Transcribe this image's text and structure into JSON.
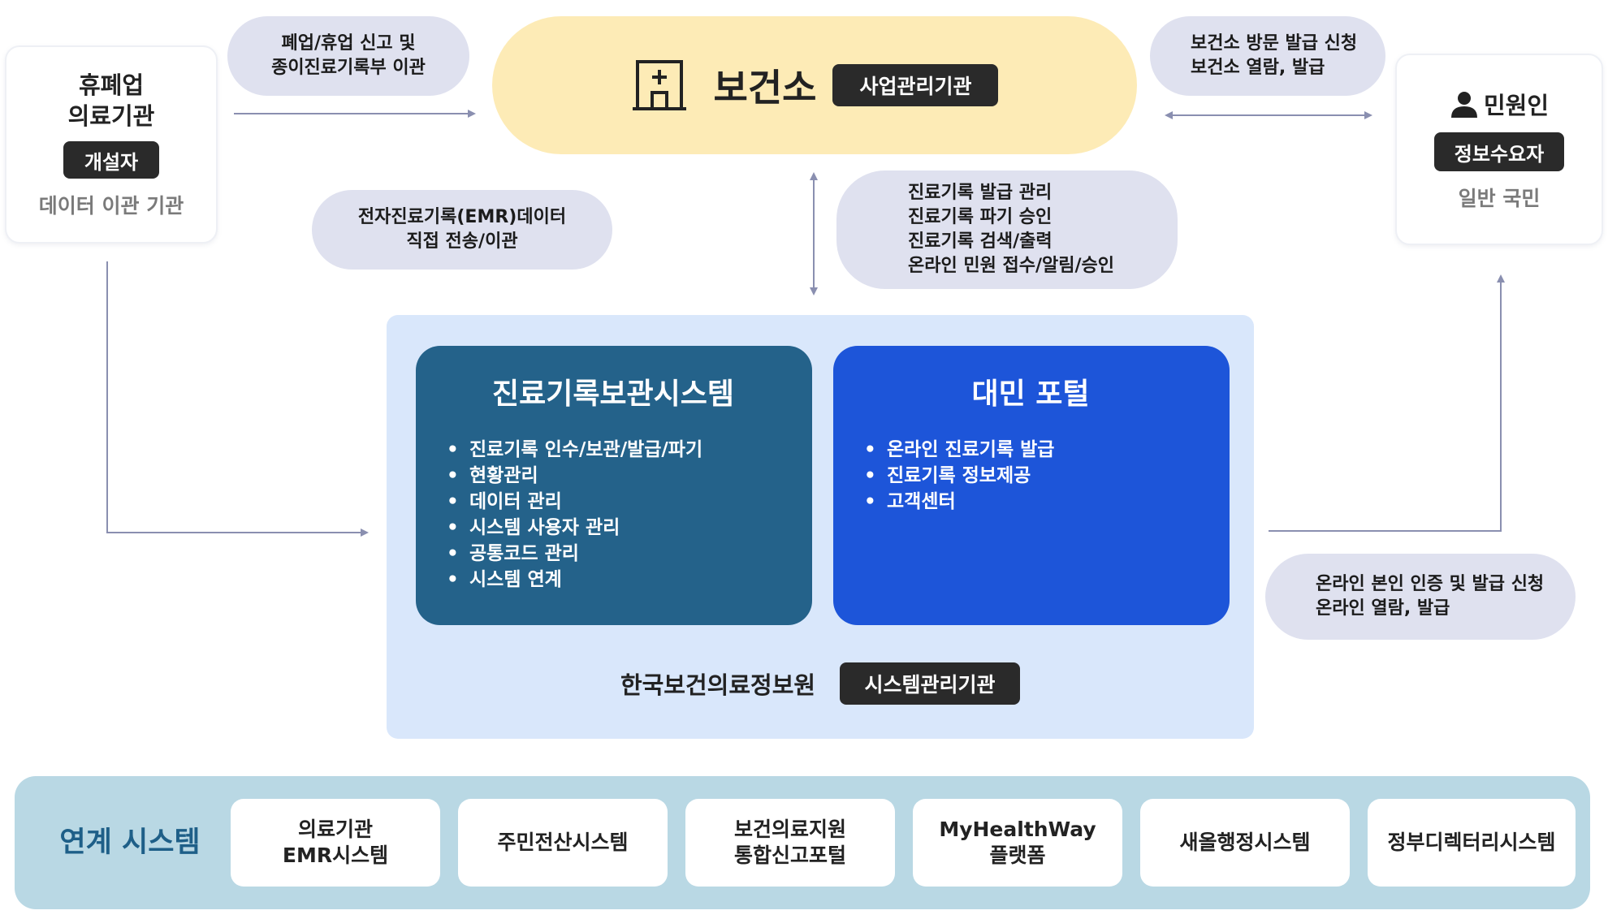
{
  "closed_clinic": {
    "title_line1": "휴폐업",
    "title_line2": "의료기관",
    "tag": "개설자",
    "subtitle": "데이터 이관 기관"
  },
  "health_center": {
    "title": "보건소",
    "tag": "사업관리기관"
  },
  "citizen": {
    "title": "민원인",
    "tag": "정보수요자",
    "subtitle": "일반 국민"
  },
  "pills": {
    "paper_transfer": [
      "폐업/휴업 신고 및",
      "종이진료기록부 이관"
    ],
    "visit_issue": [
      "보건소 방문 발급 신청",
      "보건소 열람, 발급"
    ],
    "emr_transfer": [
      "전자진료기록(EMR)데이터",
      "직접 전송/이관"
    ],
    "center_tasks": [
      "진료기록 발급 관리",
      "진료기록 파기 승인",
      "진료기록 검색/출력",
      "온라인 민원 접수/알림/승인"
    ],
    "online_issue": [
      "온라인 본인 인증 및 발급 신청",
      "온라인 열람, 발급"
    ]
  },
  "storage_system": {
    "title": "진료기록보관시스템",
    "features": [
      "진료기록 인수/보관/발급/파기",
      "현황관리",
      "데이터 관리",
      "시스템 사용자 관리",
      "공통코드 관리",
      "시스템 연계"
    ]
  },
  "portal": {
    "title": "대민 포털",
    "features": [
      "온라인 진료기록 발급",
      "진료기록 정보제공",
      "고객센터"
    ]
  },
  "operator": {
    "name": "한국보건의료정보원",
    "tag": "시스템관리기관"
  },
  "linked": {
    "title": "연계 시스템",
    "systems": [
      [
        "의료기관",
        "EMR시스템"
      ],
      [
        "주민전산시스템"
      ],
      [
        "보건의료지원",
        "통합신고포털"
      ],
      [
        "MyHealthWay",
        "플랫폼"
      ],
      [
        "새올행정시스템"
      ],
      [
        "정부디렉터리시스템"
      ]
    ]
  },
  "icons": {
    "health_center": "hospital-building-icon",
    "citizen": "person-icon"
  },
  "colors": {
    "health_center_bg": "#fdebb6",
    "platform_bg": "#d9e7fb",
    "storage_system_bg": "#24628a",
    "portal_bg": "#1d55d9",
    "linked_bg": "#b9d8e4",
    "linked_title": "#1e5f88",
    "pill_bg": "#dfe1ef"
  }
}
